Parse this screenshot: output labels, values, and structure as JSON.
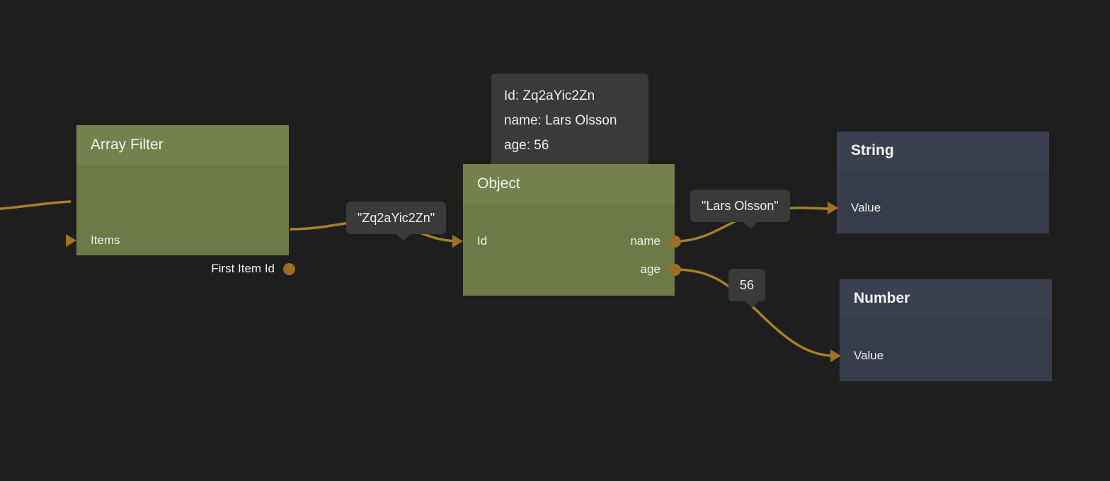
{
  "canvas": {
    "background": "#1e1e1e",
    "edge_color": "#a87f2b",
    "port_color": "#9a6f22",
    "green_header": "#74814c",
    "green_body": "#6c7a47",
    "slate_header": "#3b4050",
    "slate_body": "#373c4b",
    "chip_background": "#3a3a3a"
  },
  "nodes": [
    {
      "id": "array-filter",
      "title": "Array Filter",
      "inputs": [
        {
          "label": "Items"
        }
      ],
      "outputs": [
        {
          "label": "First Item Id"
        }
      ]
    },
    {
      "id": "object",
      "title": "Object",
      "inputs": [
        {
          "label": "Id"
        }
      ],
      "outputs": [
        {
          "label": "name"
        },
        {
          "label": "age"
        }
      ]
    },
    {
      "id": "string",
      "title": "String",
      "inputs": [
        {
          "label": "Value"
        }
      ],
      "outputs": []
    },
    {
      "id": "number",
      "title": "Number",
      "inputs": [
        {
          "label": "Value"
        }
      ],
      "outputs": []
    }
  ],
  "object_tooltip": {
    "lines": [
      "Id: Zq2aYic2Zn",
      "name: Lars Olsson",
      "age: 56"
    ]
  },
  "edge_labels": {
    "first_item_id": "\"Zq2aYic2Zn\"",
    "name": "\"Lars Olsson\"",
    "age": "56"
  }
}
